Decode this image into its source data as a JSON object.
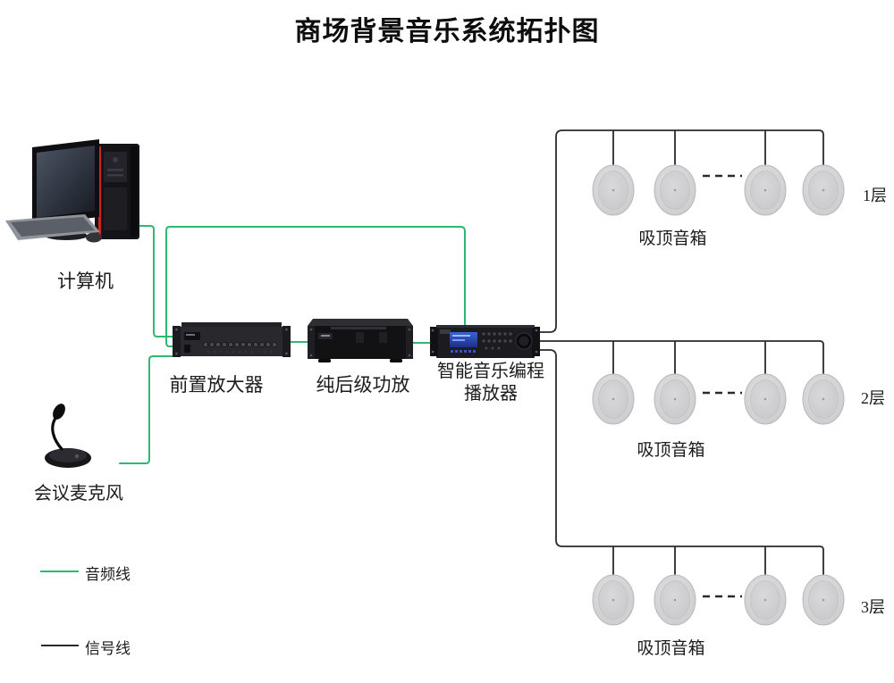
{
  "title": "商场背景音乐系统拓扑图",
  "colors": {
    "audio_line": "#2eb872",
    "signal_line": "#2a2a2a"
  },
  "devices": {
    "computer": {
      "label": "计算机"
    },
    "microphone": {
      "label": "会议麦克风"
    },
    "preamp": {
      "label": "前置放大器"
    },
    "power_amp": {
      "label": "纯后级功放"
    },
    "player": {
      "label_line1": "智能音乐编程",
      "label_line2": "播放器"
    }
  },
  "floors": [
    {
      "floor_label": "1层",
      "speaker_label": "吸顶音箱"
    },
    {
      "floor_label": "2层",
      "speaker_label": "吸顶音箱"
    },
    {
      "floor_label": "3层",
      "speaker_label": "吸顶音箱"
    }
  ],
  "legend": {
    "audio": {
      "label": "音频线"
    },
    "signal": {
      "label": "信号线"
    }
  }
}
